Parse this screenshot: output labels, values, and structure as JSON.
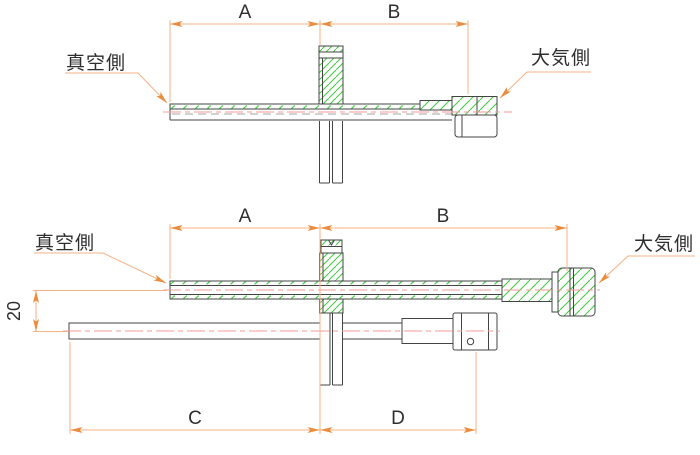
{
  "palette": {
    "outline": "#444444",
    "hatch_green": "#3ecb3e",
    "centerline_pink": "#f59a9a",
    "dimension_orange": "#f5b183",
    "arrow_orange": "#ea8c3e",
    "hidden_gray": "#a5a5a5",
    "text": "#2e2e2e",
    "background": "#ffffff"
  },
  "top_view": {
    "dim_a": "A",
    "dim_b": "B",
    "vacuum_side": "真空側",
    "atmosphere_side": "大気側"
  },
  "bottom_view": {
    "dim_a": "A",
    "dim_b": "B",
    "dim_c": "C",
    "dim_d": "D",
    "offset_20": "20",
    "vacuum_side": "真空側",
    "atmosphere_side": "大気側"
  }
}
